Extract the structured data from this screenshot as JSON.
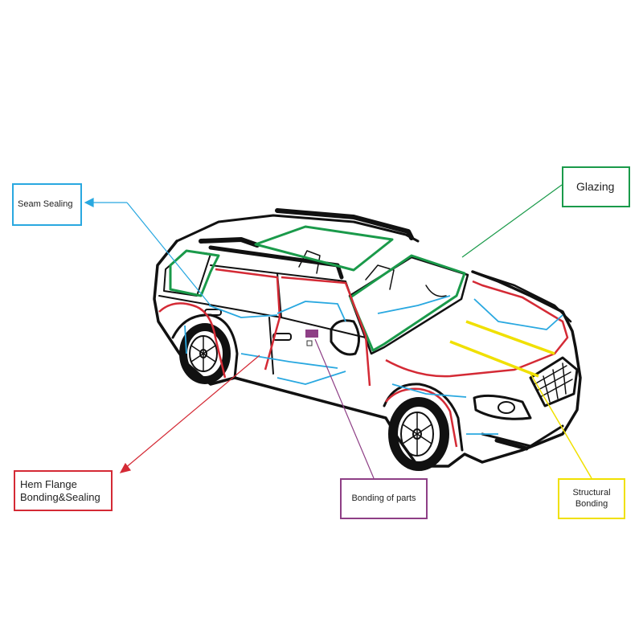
{
  "labels": {
    "seam_sealing": "Seam Sealing",
    "glazing": "Glazing",
    "hem_flange_line1": "Hem Flange",
    "hem_flange_line2": "Bonding&Sealing",
    "bonding_of_parts": "Bonding of parts",
    "structural_line1": "Structural",
    "structural_line2": "Bonding"
  },
  "colors": {
    "seam_sealing": "#29a8e0",
    "glazing": "#1a9a4a",
    "hem_flange": "#d42a35",
    "bonding_of_parts": "#8e3f86",
    "structural": "#f0e000",
    "outline": "#111111"
  },
  "icons": [
    "car-illustration"
  ]
}
